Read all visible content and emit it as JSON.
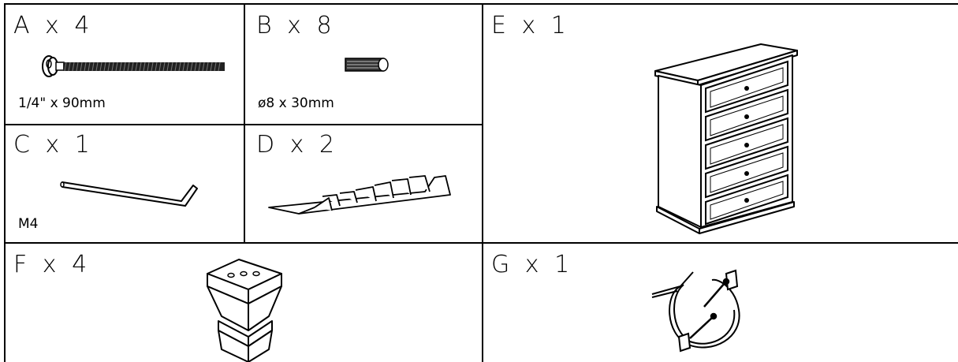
{
  "parts": {
    "a": {
      "label": "A x 4",
      "size": "1/4\" x 90mm",
      "icon": "bolt-icon"
    },
    "b": {
      "label": "B x 8",
      "size": "ø8 x 30mm",
      "icon": "dowel-icon"
    },
    "c": {
      "label": "C x 1",
      "size": "M4",
      "icon": "allen-key-icon"
    },
    "d": {
      "label": "D x 2",
      "icon": "shim-wedges-icon"
    },
    "e": {
      "label": "E x 1",
      "icon": "chest-of-drawers-icon"
    },
    "f": {
      "label": "F x 4",
      "icon": "furniture-foot-icon"
    },
    "g": {
      "label": "G x 1",
      "icon": "anti-tip-strap-icon"
    }
  }
}
